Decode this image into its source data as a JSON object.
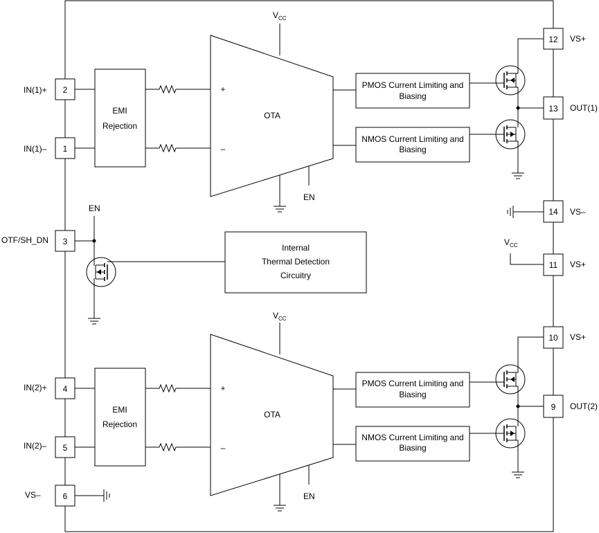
{
  "pins": {
    "p2": {
      "num": "2",
      "label": "IN(1)+"
    },
    "p1": {
      "num": "1",
      "label": "IN(1)–"
    },
    "p3": {
      "num": "3",
      "label": "OTF/SH_DN"
    },
    "p4": {
      "num": "4",
      "label": "IN(2)+"
    },
    "p5": {
      "num": "5",
      "label": "IN(2)–"
    },
    "p6": {
      "num": "6",
      "label": "VS–"
    },
    "p12": {
      "num": "12",
      "label": "VS+"
    },
    "p13": {
      "num": "13",
      "label": "OUT(1)"
    },
    "p14": {
      "num": "14",
      "label": "VS–"
    },
    "p11": {
      "num": "11",
      "label": "VS+"
    },
    "p10": {
      "num": "10",
      "label": "VS+"
    },
    "p9": {
      "num": "9",
      "label": "OUT(2)"
    }
  },
  "blocks": {
    "emi1": {
      "line1": "EMI",
      "line2": "Rejection"
    },
    "emi2": {
      "line1": "EMI",
      "line2": "Rejection"
    },
    "ota1": "OTA",
    "ota2": "OTA",
    "pmos1": {
      "line1": "PMOS Current Limiting and",
      "line2": "Biasing"
    },
    "nmos1": {
      "line1": "NMOS Current Limiting and",
      "line2": "Biasing"
    },
    "pmos2": {
      "line1": "PMOS Current Limiting and",
      "line2": "Biasing"
    },
    "nmos2": {
      "line1": "NMOS Current Limiting and",
      "line2": "Biasing"
    },
    "thermal": {
      "line1": "Internal",
      "line2": "Thermal Detection",
      "line3": "Circuitry"
    }
  },
  "signals": {
    "vcc_main": "V",
    "vcc_sub": "CC",
    "en": "EN",
    "plus": "+",
    "minus": "–"
  }
}
